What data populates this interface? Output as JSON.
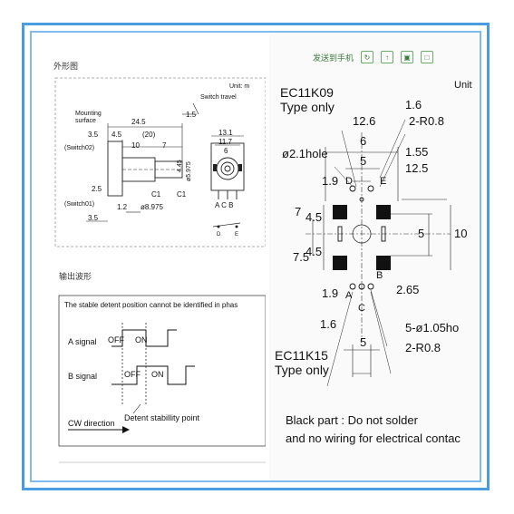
{
  "left": {
    "outline_heading": "外形图",
    "unit_label": "Unit: m",
    "dims": {
      "mounting": "Mounting",
      "surface": "surface",
      "switch_travel": "Switch travel",
      "d24_5": "24.5",
      "d1_5": "1.5",
      "d3_5a": "3.5",
      "d4_5": "4.5",
      "d20": "(20)",
      "d10": "10",
      "d7": "7",
      "d13_1": "13.1",
      "d11_7": "11.7",
      "d6": "6",
      "d4_45": "4.45",
      "d5_975": "ø5.975",
      "switch02": "(Switch02)",
      "switch01": "(Switch01)",
      "d2_5": "2.5",
      "d1_2": "1.2",
      "d3_5b": "3.5",
      "d8_975": "ø8.975",
      "c1a": "C1",
      "c1b": "C1",
      "acb": "A C B",
      "d_letter": "D",
      "e_letter": "E"
    },
    "waveform_heading": "输出波形",
    "waveform_note": "The stable detent position cannot be identified in phas",
    "a_signal": "A signal",
    "b_signal": "B signal",
    "off_a": "OFF",
    "on_a": "ON",
    "off_b": "OFF",
    "on_b": "ON",
    "cw_direction": "CW direction",
    "detent_point": "Detent stabillity point"
  },
  "right": {
    "toolbar_label": "发送到手机",
    "unit": "Unit",
    "ec11k09_line1": "EC11K09",
    "ec11k09_line2": "Type only",
    "d1_6_top": "1.6",
    "d12_6": "12.6",
    "r0_8_top": "2-R0.8",
    "d6": "6",
    "d1_55": "1.55",
    "hole": "ø2.1hole",
    "d5_top": "5",
    "d12_5": "12.5",
    "d_letter": "D",
    "e_letter": "E",
    "d7": "7",
    "d4_5a": "4.5",
    "d4_5b": "4.5",
    "d7_5": "7.5",
    "d5_right": "5",
    "d10": "10",
    "d1_9a": "1.9",
    "d1_9b": "1.9",
    "d2_65": "2.65",
    "a_letter": "A",
    "b_letter": "B",
    "c_letter": "C",
    "d1_6_bot": "1.6",
    "holes_bot": "5-ø1.05ho",
    "r0_8_bot": "2-R0.8",
    "d5_bot": "5",
    "ec11k15_line1": "EC11K15",
    "ec11k15_line2": "Type only",
    "note_line1": "Black part : Do not solder",
    "note_line2": "and no wiring for electrical contac"
  },
  "colors": {
    "frame_blue": "#4a9be0",
    "frame_light": "#7fbbee",
    "toolbar_green": "#3a7a3a"
  }
}
